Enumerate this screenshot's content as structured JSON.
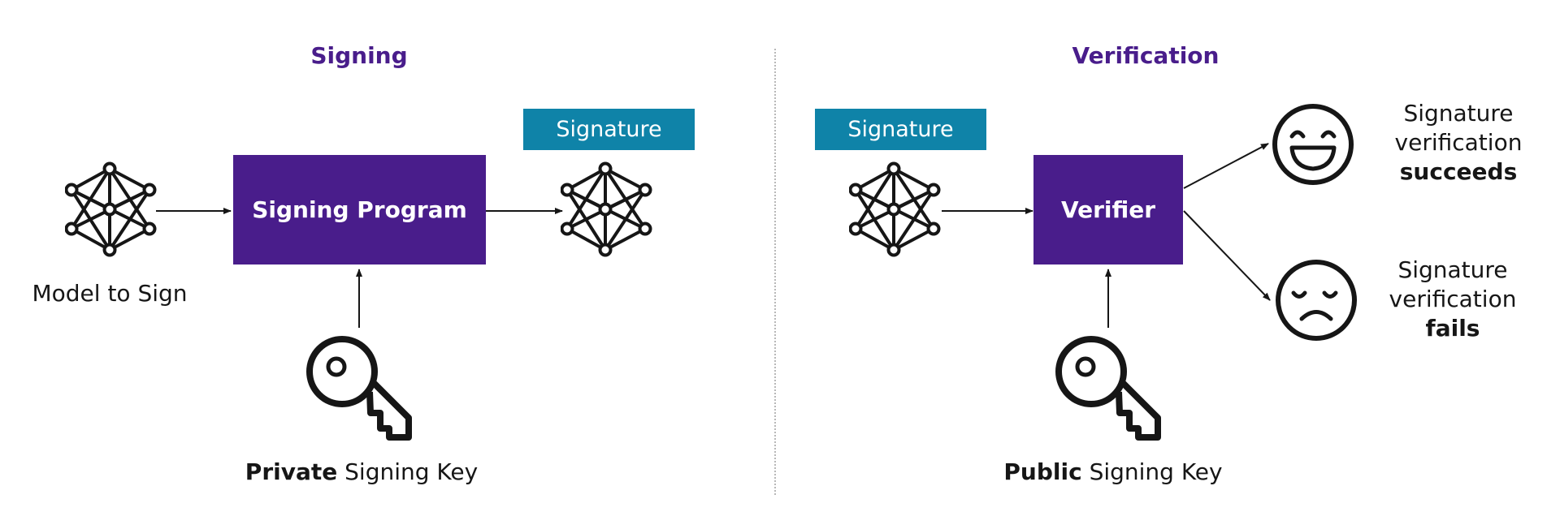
{
  "signing": {
    "title": "Signing",
    "model_label": "Model to Sign",
    "program_label": "Signing Program",
    "signature_tag": "Signature",
    "key_label_bold": "Private",
    "key_label_rest": " Signing Key",
    "icons": [
      "neural-network-icon",
      "key-icon"
    ]
  },
  "verification": {
    "title": "Verification",
    "signature_tag": "Signature",
    "verifier_label": "Verifier",
    "key_label_bold": "Public",
    "key_label_rest": " Signing Key",
    "success": {
      "line1": "Signature",
      "line2": "verification",
      "line3": "succeeds"
    },
    "failure": {
      "line1": "Signature",
      "line2": "verification",
      "line3": "fails"
    },
    "icons": [
      "neural-network-icon",
      "key-icon",
      "happy-face-icon",
      "sad-face-icon"
    ]
  },
  "colors": {
    "accent_purple": "#491d8b",
    "signature_teal": "#0f83a8",
    "text": "#161616",
    "divider": "#b8b8b8"
  }
}
